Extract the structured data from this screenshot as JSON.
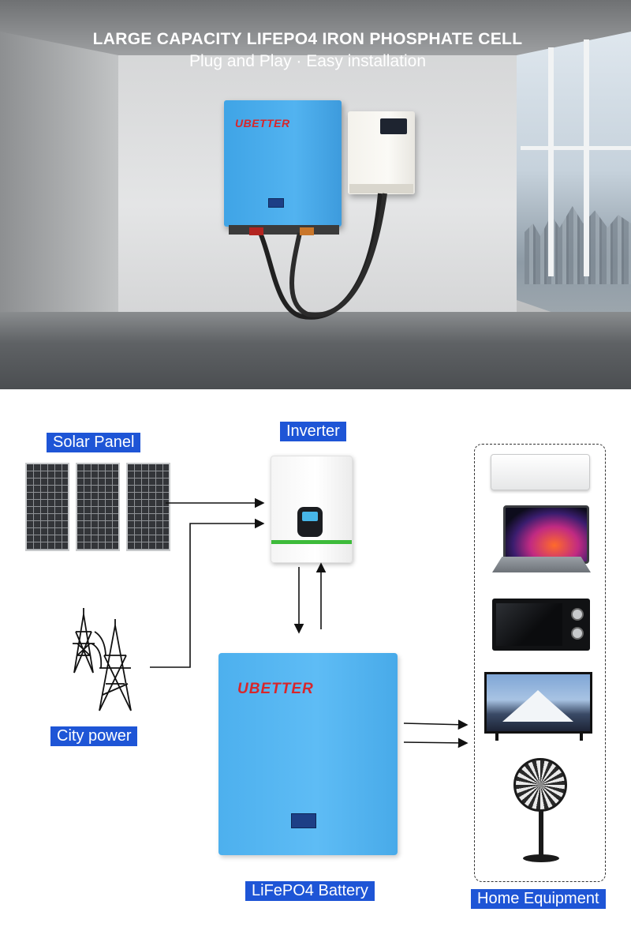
{
  "header": {
    "title": "LARGE CAPACITY LIFEPO4 IRON PHOSPHATE CELL",
    "subtitle": "Plug and Play · Easy installation"
  },
  "brand": {
    "logo_text": "UBETTER",
    "logo_color": "#d8262b"
  },
  "diagram": {
    "labels": {
      "solar_panel": "Solar Panel",
      "inverter": "Inverter",
      "city_power": "City power",
      "battery": "LiFePO4 Battery",
      "home_equipment": "Home Equipment"
    },
    "label_color": "#1e55d6",
    "equipment": [
      "air-conditioner-icon",
      "laptop-icon",
      "microwave-icon",
      "tv-icon",
      "fan-icon"
    ]
  }
}
